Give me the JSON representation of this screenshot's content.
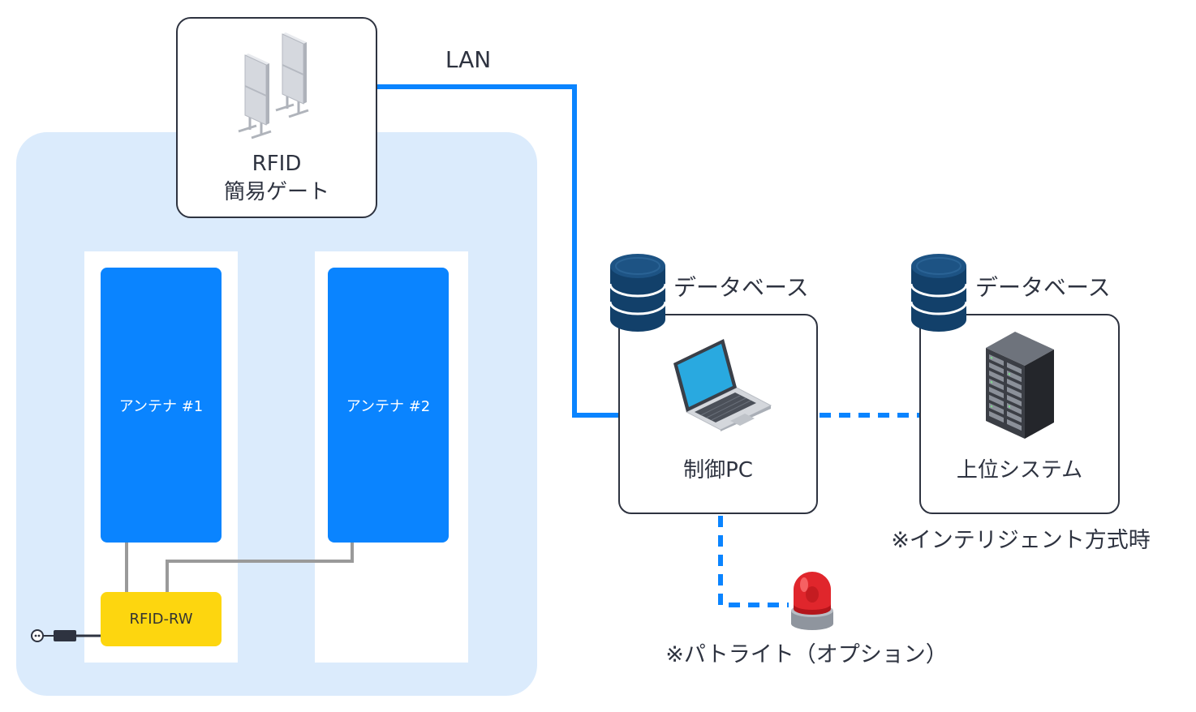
{
  "gate": {
    "icon": "rfid-gate-icon",
    "title_line1": "RFID",
    "title_line2": "簡易ゲート"
  },
  "lan_label": "LAN",
  "antennas": [
    {
      "label": "アンテナ #1"
    },
    {
      "label": "アンテナ #2"
    }
  ],
  "reader": {
    "label": "RFID-RW",
    "power_icon": "power-plug-icon"
  },
  "control_pc": {
    "database_icon": "database-icon",
    "database_label": "データベース",
    "icon": "laptop-icon",
    "label": "制御PC"
  },
  "upper_system": {
    "database_icon": "database-icon",
    "database_label": "データベース",
    "icon": "server-rack-icon",
    "label": "上位システム",
    "note": "※インテリジェント方式時"
  },
  "patlight": {
    "icon": "patlight-icon",
    "note": "※パトライト（オプション）"
  },
  "colors": {
    "zone": "#dbebfc",
    "network": "#0a84ff",
    "antenna": "#0a84ff",
    "reader": "#fdd60f",
    "database": "#12406a",
    "text": "#2e3340",
    "cable": "#9a9a9a"
  }
}
